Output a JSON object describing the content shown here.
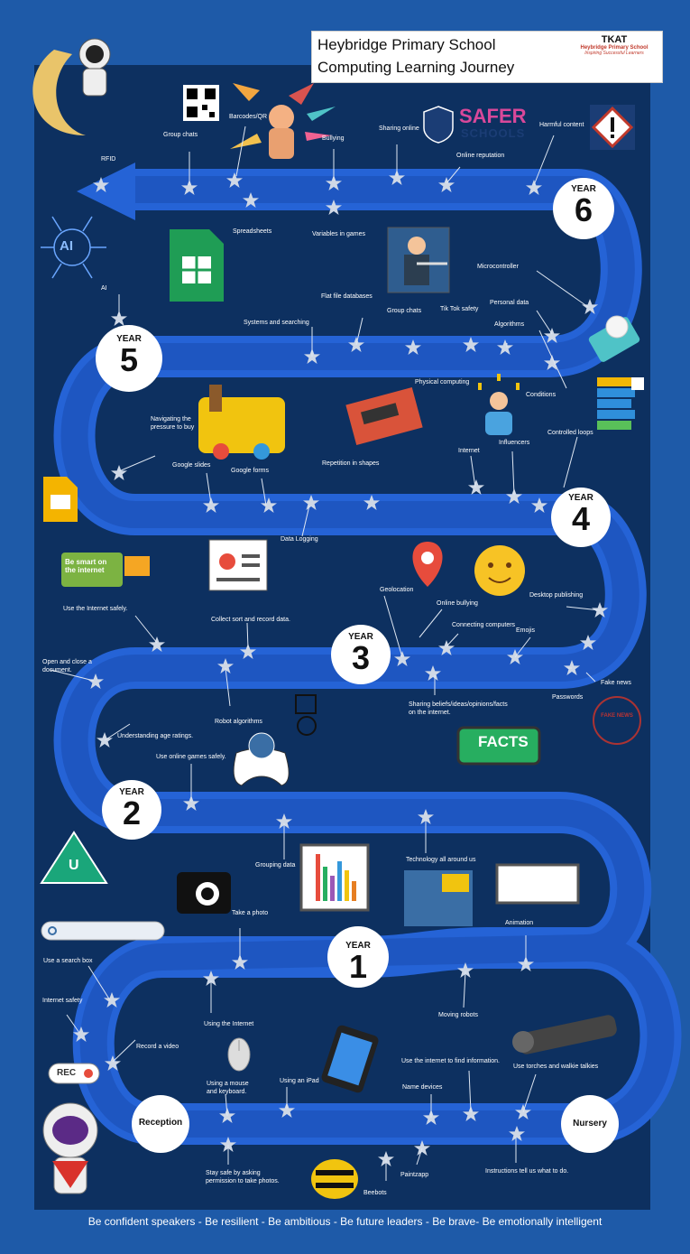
{
  "header": {
    "title_line1": "Heybridge Primary School",
    "title_line2": "Computing Learning Journey",
    "logo_text": "TKAT",
    "logo_school": "Heybridge Primary School",
    "logo_tagline": "Inspiring Successful Learners"
  },
  "years": {
    "y6": {
      "small": "YEAR",
      "big": "6"
    },
    "y5": {
      "small": "YEAR",
      "big": "5"
    },
    "y4": {
      "small": "YEAR",
      "big": "4"
    },
    "y3": {
      "small": "YEAR",
      "big": "3"
    },
    "y2": {
      "small": "YEAR",
      "big": "2"
    },
    "y1": {
      "small": "YEAR",
      "big": "1"
    },
    "reception": "Reception",
    "nursery": "Nursery"
  },
  "labels": {
    "rfid": "RFID",
    "group_chats_top": "Group chats",
    "barcodes": "Barcodes/QR",
    "bullying": "Bullying",
    "sharing_online": "Sharing online",
    "online_reputation": "Online reputation",
    "harmful_content": "Harmful content",
    "spreadsheets": "Spreadsheets",
    "variables": "Variables in games",
    "microcontroller": "Microcontroller",
    "flatfile": "Flat file databases",
    "ai": "AI",
    "systems_searching": "Systems and searching",
    "group_chats_mid": "Group chats",
    "tiktok": "Tik Tok safety",
    "personal_data": "Personal data",
    "algorithms": "Algorithms",
    "physical_computing": "Physical computing",
    "conditions": "Conditions",
    "navigating": "Navigating the pressure to buy",
    "controlled_loops": "Controlled loops",
    "google_slides": "Google slides",
    "google_forms": "Google forms",
    "repetition": "Repetition in shapes",
    "internet": "Internet",
    "influencers": "Influencers",
    "data_logging": "Data Logging",
    "geolocation": "Geolocation",
    "online_bullying": "Online bullying",
    "desktop_publishing": "Desktop publishing",
    "use_internet_safely": "Use the Internet safely.",
    "collect_data": "Collect sort and record data.",
    "connecting_computers": "Connecting computers",
    "emojis": "Emojis",
    "open_close": "Open and close a document.",
    "fake_news": "Fake news",
    "passwords": "Passwords",
    "robot_algorithms": "Robot algorithms",
    "sharing_beliefs": "Sharing beliefs/ideas/opinions/facts on the internet.",
    "age_ratings": "Understanding age ratings.",
    "online_games": "Use online games safely.",
    "grouping_data": "Grouping data",
    "tech_around": "Technology all around us",
    "take_photo": "Take a photo",
    "animation": "Animation",
    "search_box": "Use a search box",
    "internet_safety": "Internet safety",
    "using_internet": "Using the Internet",
    "moving_robots": "Moving robots",
    "record_video": "Record a video",
    "use_internet_info": "Use the internet to find information.",
    "torches": "Use torches and walkie talkies",
    "mouse_keyboard": "Using a mouse and keyboard.",
    "using_ipad": "Using an iPad",
    "name_devices": "Name devices",
    "stay_safe": "Stay safe by asking permission to take photos.",
    "paintzapp": "Paintzapp",
    "instructions": "Instructions tell us what to do.",
    "beebots": "Beebots"
  },
  "badges": {
    "safer": "SAFER",
    "schools": "SCHOOLS",
    "facts": "FACTS",
    "rec": "REC",
    "be_smart": "Be smart on the internet",
    "ai_icon": "AI",
    "fake_news_stamp": "FAKE NEWS",
    "u_icon": "U"
  },
  "footer": "Be confident speakers - Be resilient - Be ambitious - Be future leaders - Be brave- Be emotionally intelligent",
  "colors": {
    "background": "#1e5aa8",
    "board": "#0d3060",
    "road": "#2d6fd8",
    "road_inner": "#1b4fb8",
    "star": "#cfd8e6"
  }
}
